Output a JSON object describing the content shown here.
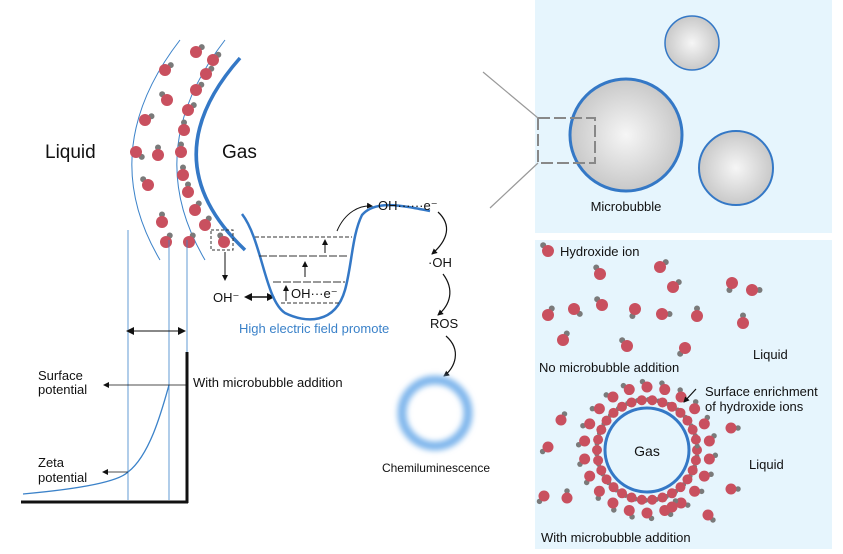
{
  "left_panel": {
    "liquid_label": "Liquid",
    "gas_label": "Gas",
    "oh_minus_label": "OH⁻",
    "oh_e_inner_label": "OH···e⁻",
    "oh_e_top_label": "OH······e⁻",
    "radical_label": "·OH",
    "ros_label": "ROS",
    "electric_field_label": "High electric field promote",
    "chemiluminescence_label": "Chemiluminescence",
    "surface_potential_label": [
      "Surface",
      "potential"
    ],
    "zeta_potential_label": [
      "Zeta",
      "potential"
    ],
    "microbubble_addition_label": "With microbubble addition"
  },
  "right_top_panel": {
    "label": "Microbubble"
  },
  "right_middle_panel": {
    "legend_label": "Hydroxide ion",
    "caption": "No microbubble addition",
    "liquid_label": "Liquid"
  },
  "right_bottom_panel": {
    "gas_label": "Gas",
    "liquid_label": "Liquid",
    "annotation": [
      "Surface enrichment",
      "of hydroxide ions"
    ],
    "caption": "With microbubble addition"
  },
  "colors": {
    "panel_bg": "#e6f5fd",
    "bubble_blue": "#3478c6",
    "ion_red": "#c9505f",
    "ion_grey": "#7a7a7a",
    "field_text_blue": "#3b82c9"
  }
}
